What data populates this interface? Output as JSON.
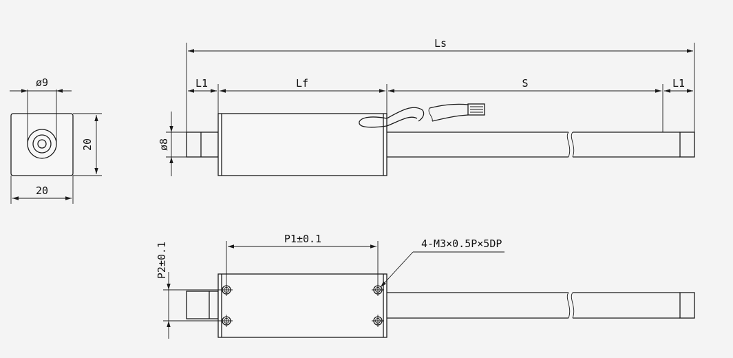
{
  "drawing": {
    "dimensions": {
      "ls": "Ls",
      "l1_left": "L1",
      "lf": "Lf",
      "s": "S",
      "l1_right": "L1",
      "rod_dia": "ø8",
      "end_dia": "ø9",
      "end_height": "20",
      "end_width": "20",
      "p1": "P1±0.1",
      "p2": "P2±0.1"
    },
    "callouts": {
      "holes": "4-M3×0.5P×5DP"
    },
    "colors": {
      "background": "#f4f4f4",
      "line": "#1a1a1a"
    }
  }
}
